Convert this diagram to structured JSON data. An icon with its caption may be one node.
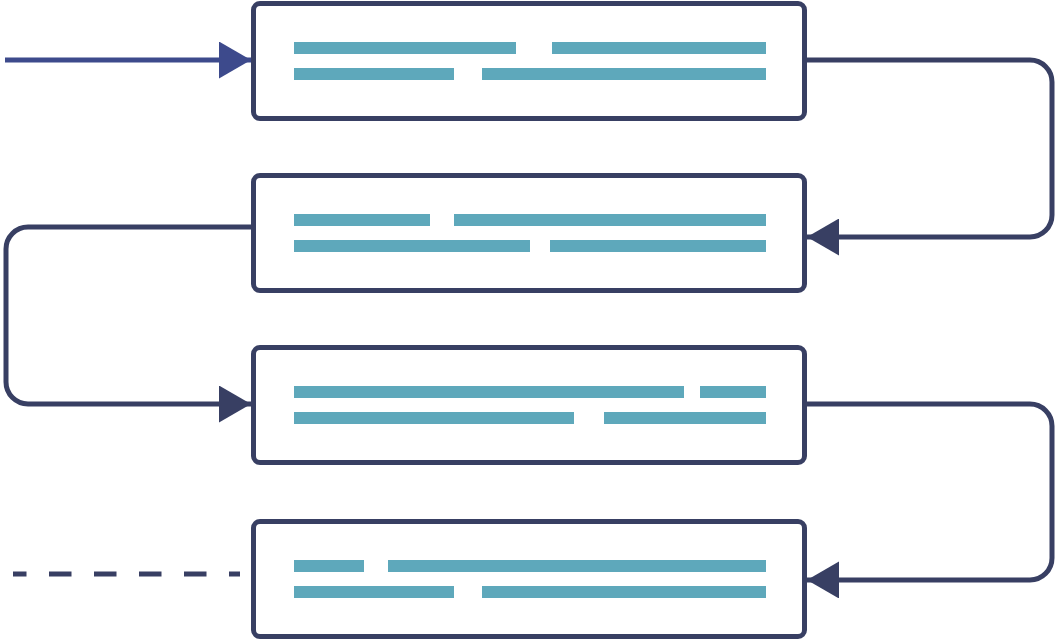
{
  "diagram": {
    "nodes": [
      {
        "text": [],
        "shape": "box"
      },
      {
        "text": [],
        "shape": "box"
      },
      {
        "text": [],
        "shape": "box"
      },
      {
        "text": [],
        "shape": "box"
      }
    ],
    "edges": [
      {
        "from": null,
        "to": 0,
        "arrow": "to",
        "color": "#3d4a8c"
      },
      {
        "from": 0,
        "to": 1,
        "arrow": "to"
      },
      {
        "from": 1,
        "to": 2,
        "arrow": "to"
      },
      {
        "from": 2,
        "to": 3,
        "arrow": "to"
      },
      {
        "from": 3,
        "to": null,
        "arrow": "none",
        "style": "dashed"
      }
    ]
  }
}
